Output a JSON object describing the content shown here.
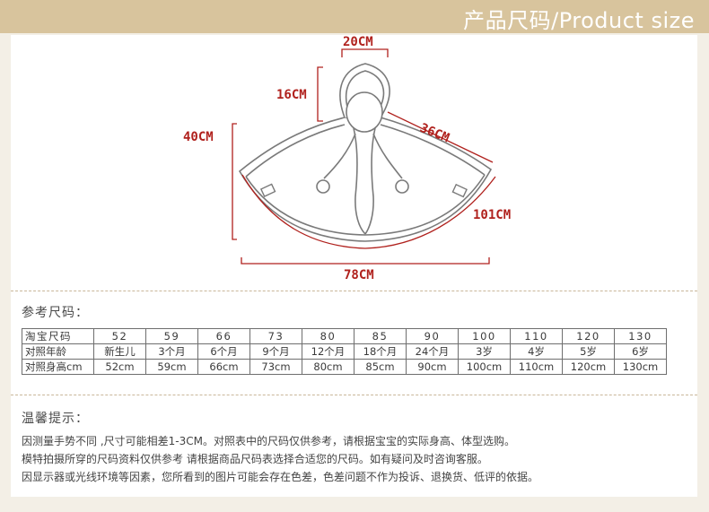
{
  "header": {
    "title": "产品尺码/Product size"
  },
  "diagram": {
    "hood_width": "20CM",
    "hood_height": "16CM",
    "total_length": "40CM",
    "shoulder": "36CM",
    "hem": "101CM",
    "width": "78CM"
  },
  "size_ref": {
    "title": "参考尺码：",
    "rows": [
      {
        "label": "淘宝尺码",
        "values": [
          "52",
          "59",
          "66",
          "73",
          "80",
          "85",
          "90",
          "100",
          "110",
          "120",
          "130"
        ]
      },
      {
        "label": "对照年龄",
        "values": [
          "新生儿",
          "3个月",
          "6个月",
          "9个月",
          "12个月",
          "18个月",
          "24个月",
          "3岁",
          "4岁",
          "5岁",
          "6岁"
        ]
      },
      {
        "label": "对照身高cm",
        "values": [
          "52cm",
          "59cm",
          "66cm",
          "73cm",
          "80cm",
          "85cm",
          "90cm",
          "100cm",
          "110cm",
          "120cm",
          "130cm"
        ]
      }
    ]
  },
  "tips": {
    "title": "温馨提示：",
    "lines": [
      "因测量手势不同 ,尺寸可能相差1-3CM。对照表中的尺码仅供参考，请根据宝宝的实际身高、体型选购。",
      "模特拍摄所穿的尺码资料仅供参考 请根据商品尺码表选择合适您的尺码。如有疑问及时咨询客服。",
      "因显示器或光线环境等因素，您所看到的图片可能会存在色差，色差问题不作为投诉、退换货、低评的依据。"
    ]
  }
}
